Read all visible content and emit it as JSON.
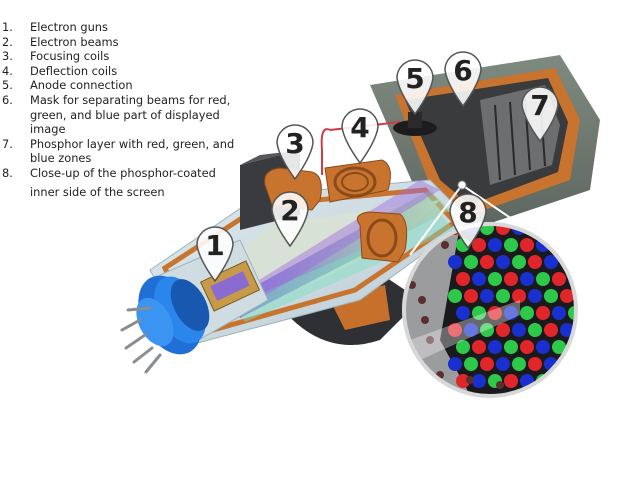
{
  "legend": {
    "items": [
      {
        "num": "1.",
        "lines": [
          "Electron guns"
        ]
      },
      {
        "num": "2.",
        "lines": [
          "Electron beams"
        ]
      },
      {
        "num": "3.",
        "lines": [
          "Focusing coils"
        ]
      },
      {
        "num": "4.",
        "lines": [
          "Deflection coils"
        ]
      },
      {
        "num": "5.",
        "lines": [
          "Anode connection"
        ]
      },
      {
        "num": "6.",
        "lines": [
          "Mask for separating beams for red,",
          "green, and blue part of displayed",
          "image"
        ]
      },
      {
        "num": "7.",
        "lines": [
          "Phosphor layer with red, green, and",
          "blue zones"
        ]
      },
      {
        "num": "8.",
        "lines": [
          "Close-up of the phosphor-coated",
          "inner side of the screen"
        ]
      }
    ]
  },
  "markers": [
    "1",
    "2",
    "3",
    "4",
    "5",
    "6",
    "7",
    "8"
  ],
  "colors": {
    "tube_orange": "#c8742e",
    "gun_blue": "#1f6fd6",
    "screen_gray": "#8a9088",
    "phosphor_red": "#e0262b",
    "phosphor_green": "#2ec84a",
    "phosphor_blue": "#1a2fcf"
  }
}
